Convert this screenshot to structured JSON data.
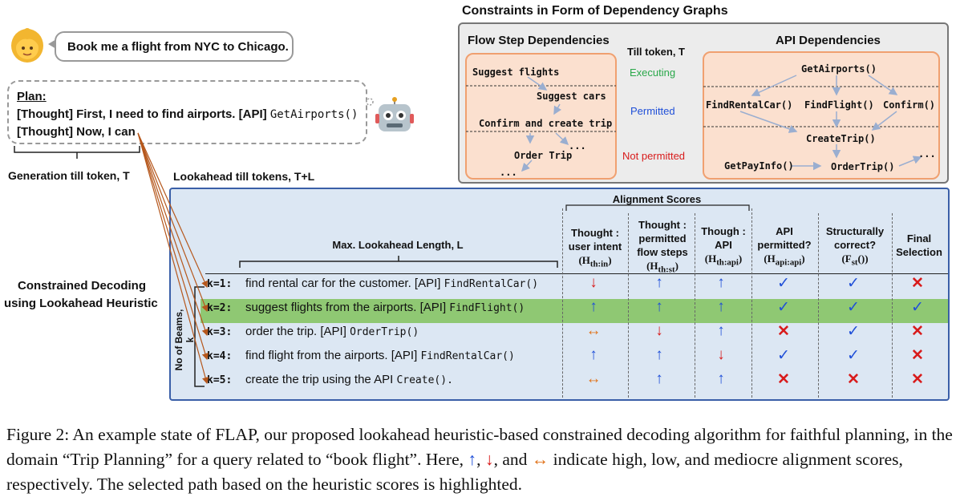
{
  "user": {
    "message": "Book me a flight from NYC to Chicago."
  },
  "plan": {
    "title": "Plan:",
    "line1_prefix": "[Thought] First, I need to find airports. [API] ",
    "line1_api": "GetAirports()",
    "line2": "[Thought] Now, I can"
  },
  "labels": {
    "generation": "Generation till token, T",
    "lookahead": "Lookahead till tokens, T+L",
    "constrained": "Constrained Decoding",
    "constrained2": "using Lookahead Heuristic",
    "beams": "No of Beams, k",
    "max_lookahead": "Max. Lookahead Length, L",
    "alignment_scores": "Alignment Scores"
  },
  "constraints": {
    "title": "Constraints in Form of Dependency Graphs",
    "flow_title": "Flow Step Dependencies",
    "api_title": "API Dependencies",
    "till_token": "Till token, T",
    "executing": "Executing",
    "permitted": "Permitted",
    "not_permitted": "Not permitted",
    "flow_nodes": {
      "suggest_flights": "Suggest flights",
      "suggest_cars": "Suggest cars",
      "confirm_create": "Confirm and create trip",
      "order_trip": "Order Trip",
      "ellipsis": "...",
      "ellipsis2": "..."
    },
    "api_nodes": {
      "get_airports": "GetAirports()",
      "find_rental": "FindRentalCar()",
      "find_flight": "FindFlight()",
      "confirm": "Confirm()",
      "create_trip": "CreateTrip()",
      "get_payinfo": "GetPayInfo()",
      "order_trip": "OrderTrip()",
      "ellipsis": "..."
    },
    "colors": {
      "executing": "#2aa84a",
      "permitted": "#1f4fd8",
      "not_permitted": "#d81b1b"
    }
  },
  "table": {
    "columns": [
      {
        "l1": "Thought :",
        "l2": "user intent",
        "l3": "(H",
        "sub": "th:in",
        "l4": ")"
      },
      {
        "l1": "Thought :",
        "l2": "permitted",
        "l3": "flow steps",
        "l4": "(H",
        "sub": "th:st",
        "l5": ")"
      },
      {
        "l1": "Though :",
        "l2": "API",
        "l3": "(H",
        "sub": "th:api",
        "l4": ")"
      },
      {
        "l1": "API",
        "l2": "permitted?",
        "l3": "(H",
        "sub": "api:api",
        "l4": ")"
      },
      {
        "l1": "Structurally",
        "l2": "correct?",
        "l3": "(F",
        "sub": "st",
        "l4": "())"
      },
      {
        "l1": "Final",
        "l2": "Selection"
      }
    ],
    "rows": [
      {
        "k": "k=1:",
        "text": "find rental car for the customer. [API] ",
        "api": "FindRentalCar()",
        "cells": [
          "↓",
          "↑",
          "↑",
          "✓",
          "✓",
          "✕"
        ]
      },
      {
        "k": "k=2:",
        "text": "suggest flights from the airports. [API] ",
        "api": "FindFlight()",
        "cells": [
          "↑",
          "↑",
          "↑",
          "✓",
          "✓",
          "✓"
        ]
      },
      {
        "k": "k=3:",
        "text": "order the trip. [API] ",
        "api": "OrderTrip()",
        "cells": [
          "↔",
          "↓",
          "↑",
          "✕",
          "✓",
          "✕"
        ]
      },
      {
        "k": "k=4:",
        "text": "find flight from the airports. [API] ",
        "api": "FindRentalCar()",
        "cells": [
          "↑",
          "↑",
          "↓",
          "✓",
          "✓",
          "✕"
        ]
      },
      {
        "k": "k=5:",
        "text": "create the trip using the API ",
        "api": "Create().",
        "cells": [
          "↔",
          "↑",
          "↑",
          "✕",
          "✕",
          "✕"
        ]
      }
    ],
    "highlight_color": "#8fc873"
  },
  "caption": {
    "text1": "Figure 2: An example state of FLAP, our proposed lookahead heuristic-based constrained decoding algorithm for faithful planning, in the domain “Trip Planning” for a query related to “book flight”. Here, ",
    "up": "↑",
    "sep1": ", ",
    "down": "↓",
    "sep2": ", and ",
    "mid": "↔",
    "text2": " indicate high, low, and mediocre alignment scores, respectively. The selected path based on the heuristic scores is highlighted."
  }
}
